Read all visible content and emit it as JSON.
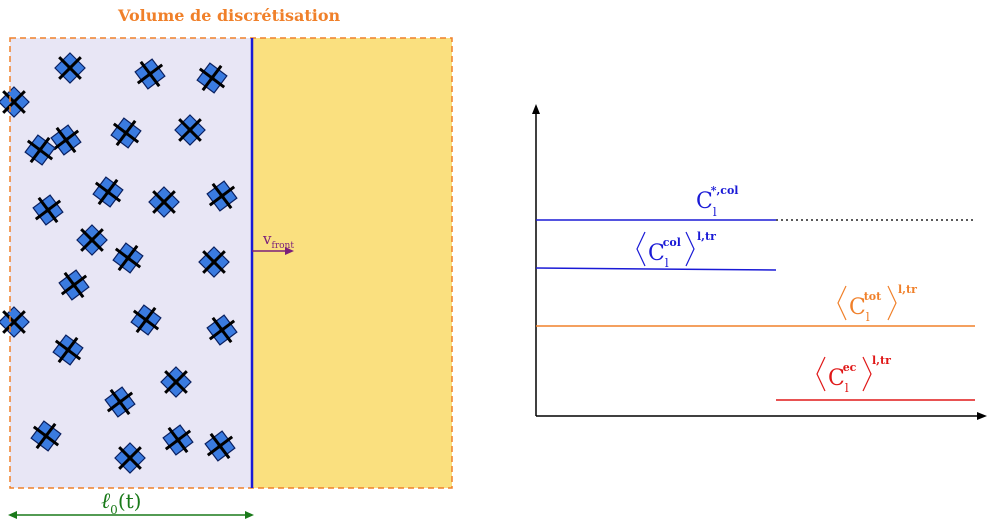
{
  "diagram": {
    "title": "Volume de discrétisation",
    "velocity_label": {
      "main": "v",
      "sub": "front"
    },
    "length_label": {
      "main": "ℓ",
      "sub": "0",
      "tail": "(t)"
    },
    "colors": {
      "title": "#f0802a",
      "box_border": "#f0802a",
      "solid_region": "#e8e6f5",
      "liquid_region": "#fae07f",
      "front_line": "#1a1ad6",
      "velocity_arrow": "#7a1f7a",
      "length_arrow": "#1a7a1a",
      "crystal_fill": "#3a7be0",
      "crystal_edge": "#0a2060",
      "crystal_cross": "#000000"
    },
    "crystal_count": 26
  },
  "graph": {
    "curves": [
      {
        "id": "c-star-col",
        "color": "#1a1ad6",
        "label": {
          "bracket": false,
          "main": "C",
          "sub": "l",
          "sup": "*,col",
          "right_sup": ""
        }
      },
      {
        "id": "c-col-avg",
        "color": "#1a1ad6",
        "label": {
          "bracket": true,
          "main": "C",
          "sub": "l",
          "sup": "col",
          "right_sup": "l,tr"
        }
      },
      {
        "id": "c-tot-avg",
        "color": "#f0802a",
        "label": {
          "bracket": true,
          "main": "C",
          "sub": "l",
          "sup": "tot",
          "right_sup": "l,tr"
        }
      },
      {
        "id": "c-ec-avg",
        "color": "#e01818",
        "label": {
          "bracket": true,
          "main": "C",
          "sub": "l",
          "sup": "ec",
          "right_sup": "l,tr"
        }
      }
    ],
    "extension_style": "dotted"
  }
}
